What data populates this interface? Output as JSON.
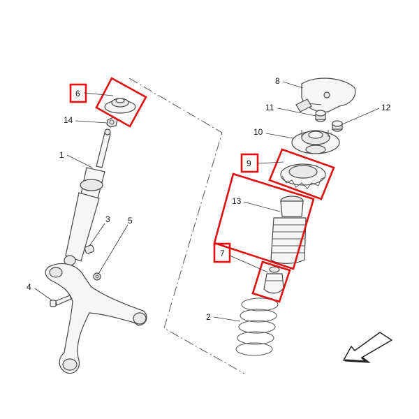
{
  "callouts": [
    {
      "id": "c1",
      "text": "1"
    },
    {
      "id": "c2",
      "text": "2"
    },
    {
      "id": "c3",
      "text": "3"
    },
    {
      "id": "c4",
      "text": "4"
    },
    {
      "id": "c5",
      "text": "5"
    },
    {
      "id": "c6",
      "text": "6"
    },
    {
      "id": "c7",
      "text": "7"
    },
    {
      "id": "c8",
      "text": "8"
    },
    {
      "id": "c9",
      "text": "9"
    },
    {
      "id": "c10",
      "text": "10"
    },
    {
      "id": "c11",
      "text": "11"
    },
    {
      "id": "c12",
      "text": "12"
    },
    {
      "id": "c13",
      "text": "13"
    },
    {
      "id": "c14",
      "text": "14"
    }
  ],
  "highlighted_parts": [
    "6",
    "9",
    "13",
    "7"
  ],
  "colors": {
    "highlight": "#e01010",
    "line": "#444444"
  },
  "icons": {
    "direction": "front-direction-arrow-icon"
  }
}
